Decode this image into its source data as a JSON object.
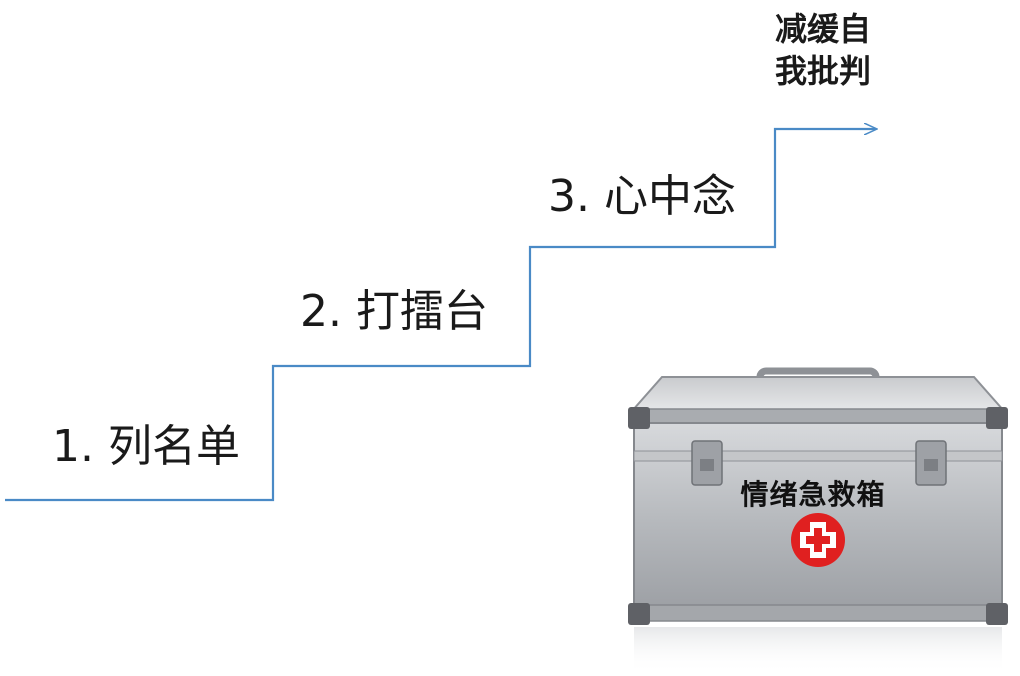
{
  "steps": [
    {
      "label": "1. 列名单"
    },
    {
      "label": "2. 打擂台"
    },
    {
      "label": "3. 心中念"
    }
  ],
  "goal": {
    "line1": "减缓自",
    "line2": "我批判"
  },
  "kit": {
    "label": "情绪急救箱"
  },
  "colors": {
    "line": "#4a8ac6",
    "cross": "#e02020",
    "metal": "#b9bcc0"
  }
}
